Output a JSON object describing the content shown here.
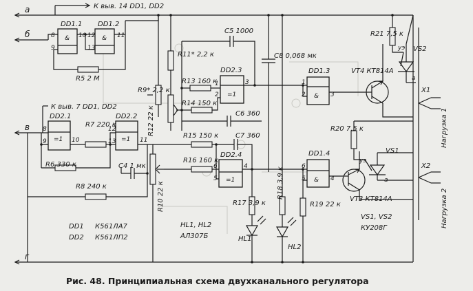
{
  "caption": "Рис. 48. Принципиальная схема двухканального регулятора",
  "rails": {
    "a": "а",
    "b": "б",
    "v": "в",
    "g": "г",
    "top_note": "К выв. 14 DD1, DD2",
    "left_note": "К выв. 7 DD1, DD2"
  },
  "gates": {
    "dd11": {
      "label": "DD1.1",
      "sym": "&",
      "pins": [
        "8",
        "9",
        "10"
      ]
    },
    "dd12": {
      "label": "DD1.2",
      "sym": "&",
      "pins": [
        "12",
        "13",
        "11"
      ]
    },
    "dd21": {
      "label": "DD2.1",
      "sym": "=1",
      "pins": [
        "8",
        "9",
        "10"
      ]
    },
    "dd22": {
      "label": "DD2.2",
      "sym": "=1",
      "pins": [
        "12",
        "13",
        "11"
      ]
    },
    "dd23": {
      "label": "DD2.3",
      "sym": "=1",
      "pins": [
        "1",
        "2",
        "3"
      ]
    },
    "dd24": {
      "label": "DD2.4",
      "sym": "=1",
      "pins": [
        "6",
        "5",
        "4"
      ]
    },
    "dd13": {
      "label": "DD1.3",
      "sym": "&",
      "pins": [
        "1",
        "2",
        "3"
      ]
    },
    "dd14": {
      "label": "DD1.4",
      "sym": "&",
      "pins": [
        "6",
        "5",
        "4"
      ]
    }
  },
  "resistors": {
    "r5": "R5 2 M",
    "r6": "R6 330 к",
    "r7": "R7 220 к",
    "r8": "R8 240 к",
    "r9": "R9* 2,2 к",
    "r10": "R10 22 к",
    "r11": "R11* 2,2 к",
    "r12": "R12 22 к",
    "r13": "R13 160 к",
    "r14": "R14 150 к",
    "r15": "R15 150 к",
    "r16": "R16 160 к",
    "r17": "R17 3,9 к",
    "r18": "R18 3,9 к",
    "r19": "R19 22 к",
    "r20": "R20 7,5 к",
    "r21": "R21 7,5 к"
  },
  "capacitors": {
    "c4": "C4 1 мк",
    "c5": "C5 1000",
    "c6": "C6 360",
    "c7": "C7 360",
    "c8": "C8 0,068 мк"
  },
  "transistors": {
    "vt4": "VT4 КТ814А",
    "vt3": "VT3 КТ814А"
  },
  "thyristors": {
    "vs1": "VS1",
    "vs2": "VS2",
    "uy": "уэ",
    "a": "а"
  },
  "leds": {
    "hl1": "HL1",
    "hl2": "HL2"
  },
  "outputs": {
    "x1": "X1",
    "x2": "X2",
    "load1": "Нагрузка 1",
    "load2": "Нагрузка 2"
  },
  "legend": {
    "dd1_name": "DD1",
    "dd1_part": "К561ЛА7",
    "dd2_name": "DD2",
    "dd2_part": "К561ЛП2",
    "hl_name": "HL1, HL2",
    "hl_part": "АЛ307Б",
    "vs_name": "VS1, VS2",
    "vs_part": "КУ208Г"
  }
}
